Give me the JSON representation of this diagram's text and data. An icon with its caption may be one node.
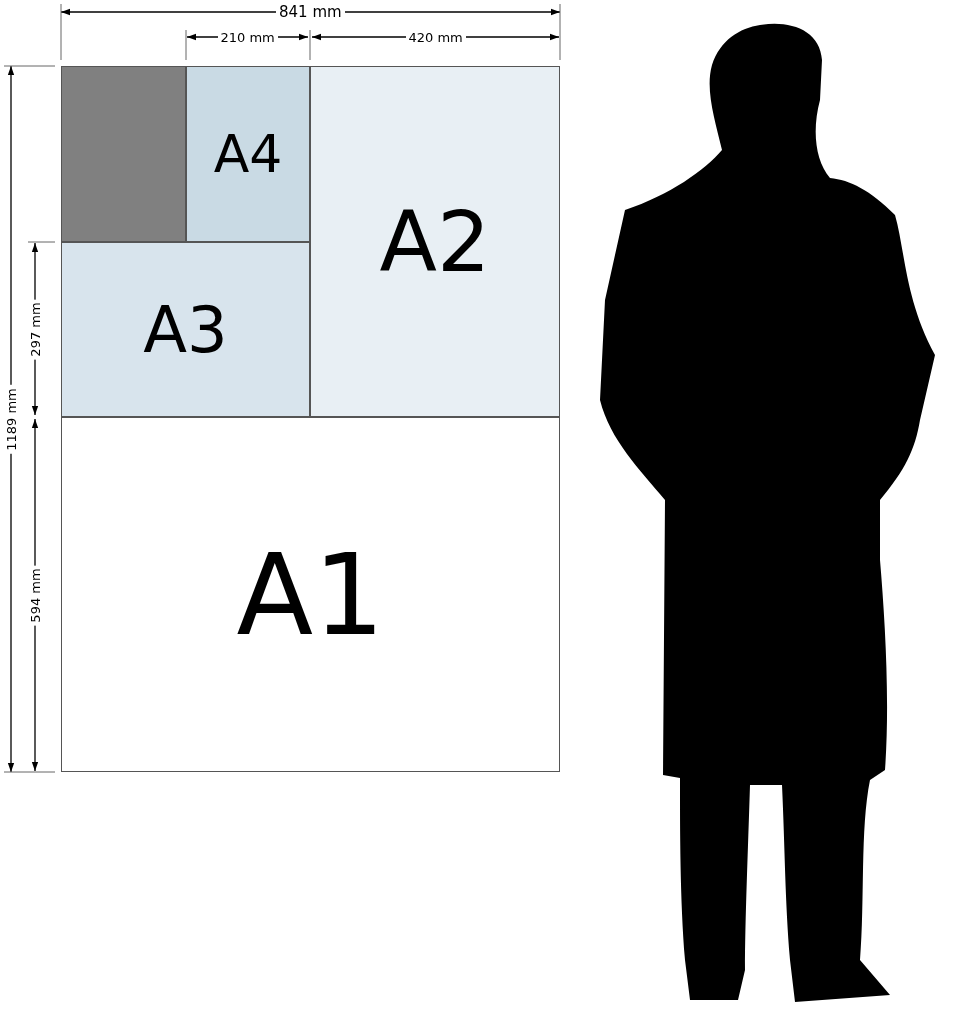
{
  "diagram": {
    "nodes": [
      {
        "text": [],
        "shape": "box"
      },
      {
        "text": [
          "A4"
        ]
      },
      {
        "text": [
          "A2"
        ]
      },
      {
        "text": [
          "A3"
        ]
      },
      {
        "text": [
          "A1"
        ]
      }
    ],
    "labels": [
      "841 mm",
      "210 mm",
      "420 mm",
      "1189 mm",
      "297 mm",
      "594 mm"
    ]
  }
}
